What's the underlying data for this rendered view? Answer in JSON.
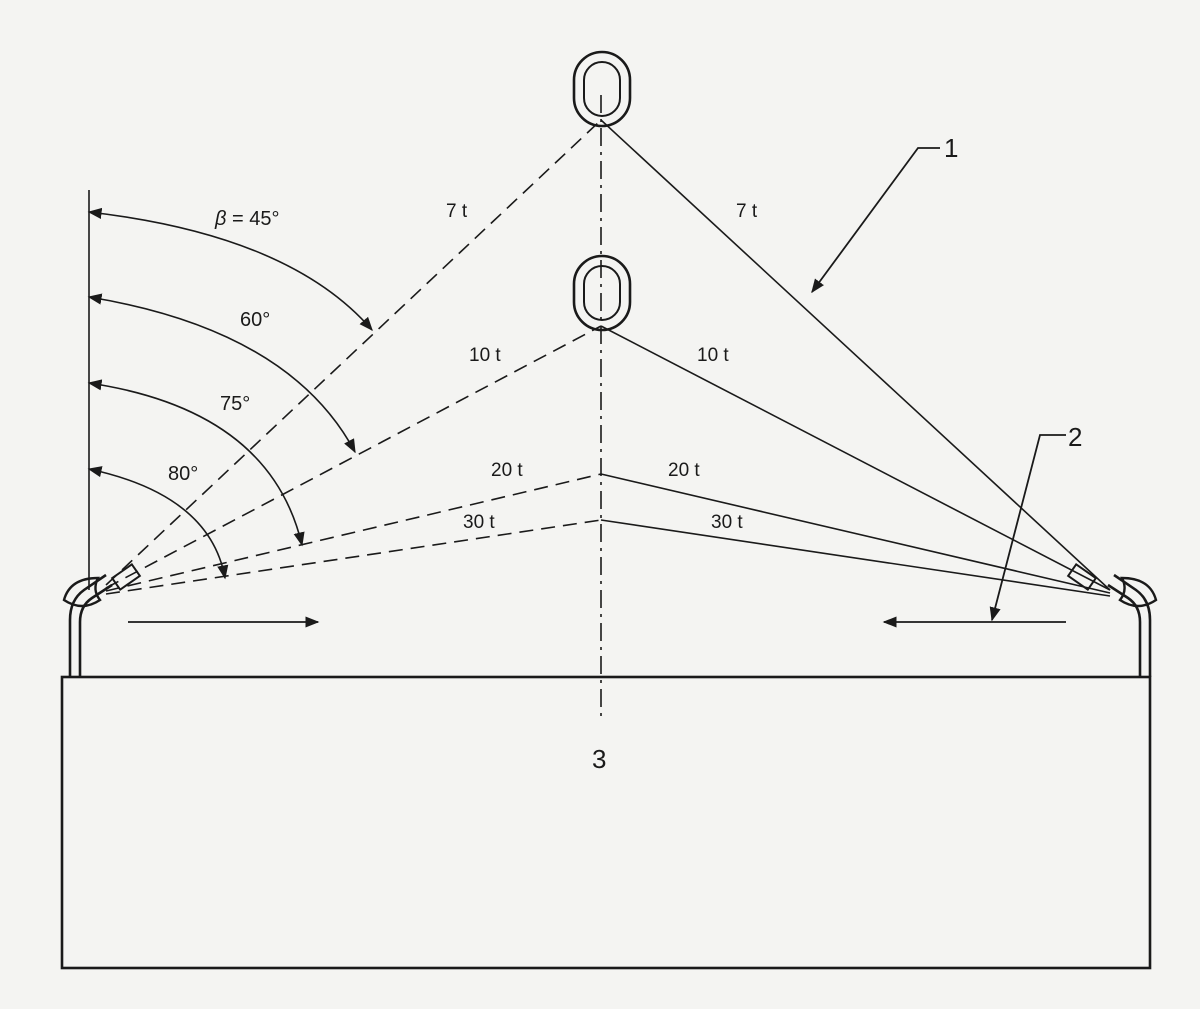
{
  "labels": {
    "beta_symbol": "β",
    "angle_45": " = 45°",
    "angle_60": "60°",
    "angle_75": "75°",
    "angle_80": "80°",
    "load_7_left": "7 t",
    "load_7_right": "7 t",
    "load_10_left": "10 t",
    "load_10_right": "10 t",
    "load_20_left": "20 t",
    "load_20_right": "20 t",
    "load_30_left": "30 t",
    "load_30_right": "30 t"
  },
  "callouts": {
    "sling": "1",
    "force": "2",
    "centerline": "3"
  },
  "icons": {
    "shackle": "ring-shackle-icon",
    "eyebolt": "eye-bolt-icon",
    "arrow": "arrowhead-icon"
  },
  "colors": {
    "ink": "#1a1a1a",
    "paper": "#f4f4f2"
  }
}
